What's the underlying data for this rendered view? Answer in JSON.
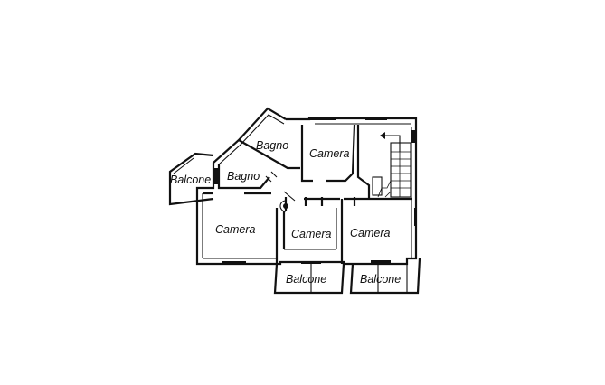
{
  "floor_plan": {
    "labels": {
      "bagno_top": "Bagno",
      "bagno_mid": "Bagno",
      "balcone_left": "Balcone",
      "camera_top": "Camera",
      "camera_left": "Camera",
      "camera_center": "Camera",
      "camera_right": "Camera",
      "balcone_bottom_center": "Balcone",
      "balcone_bottom_right": "Balcone"
    },
    "colors": {
      "line": "#111111",
      "background": "#ffffff"
    }
  }
}
